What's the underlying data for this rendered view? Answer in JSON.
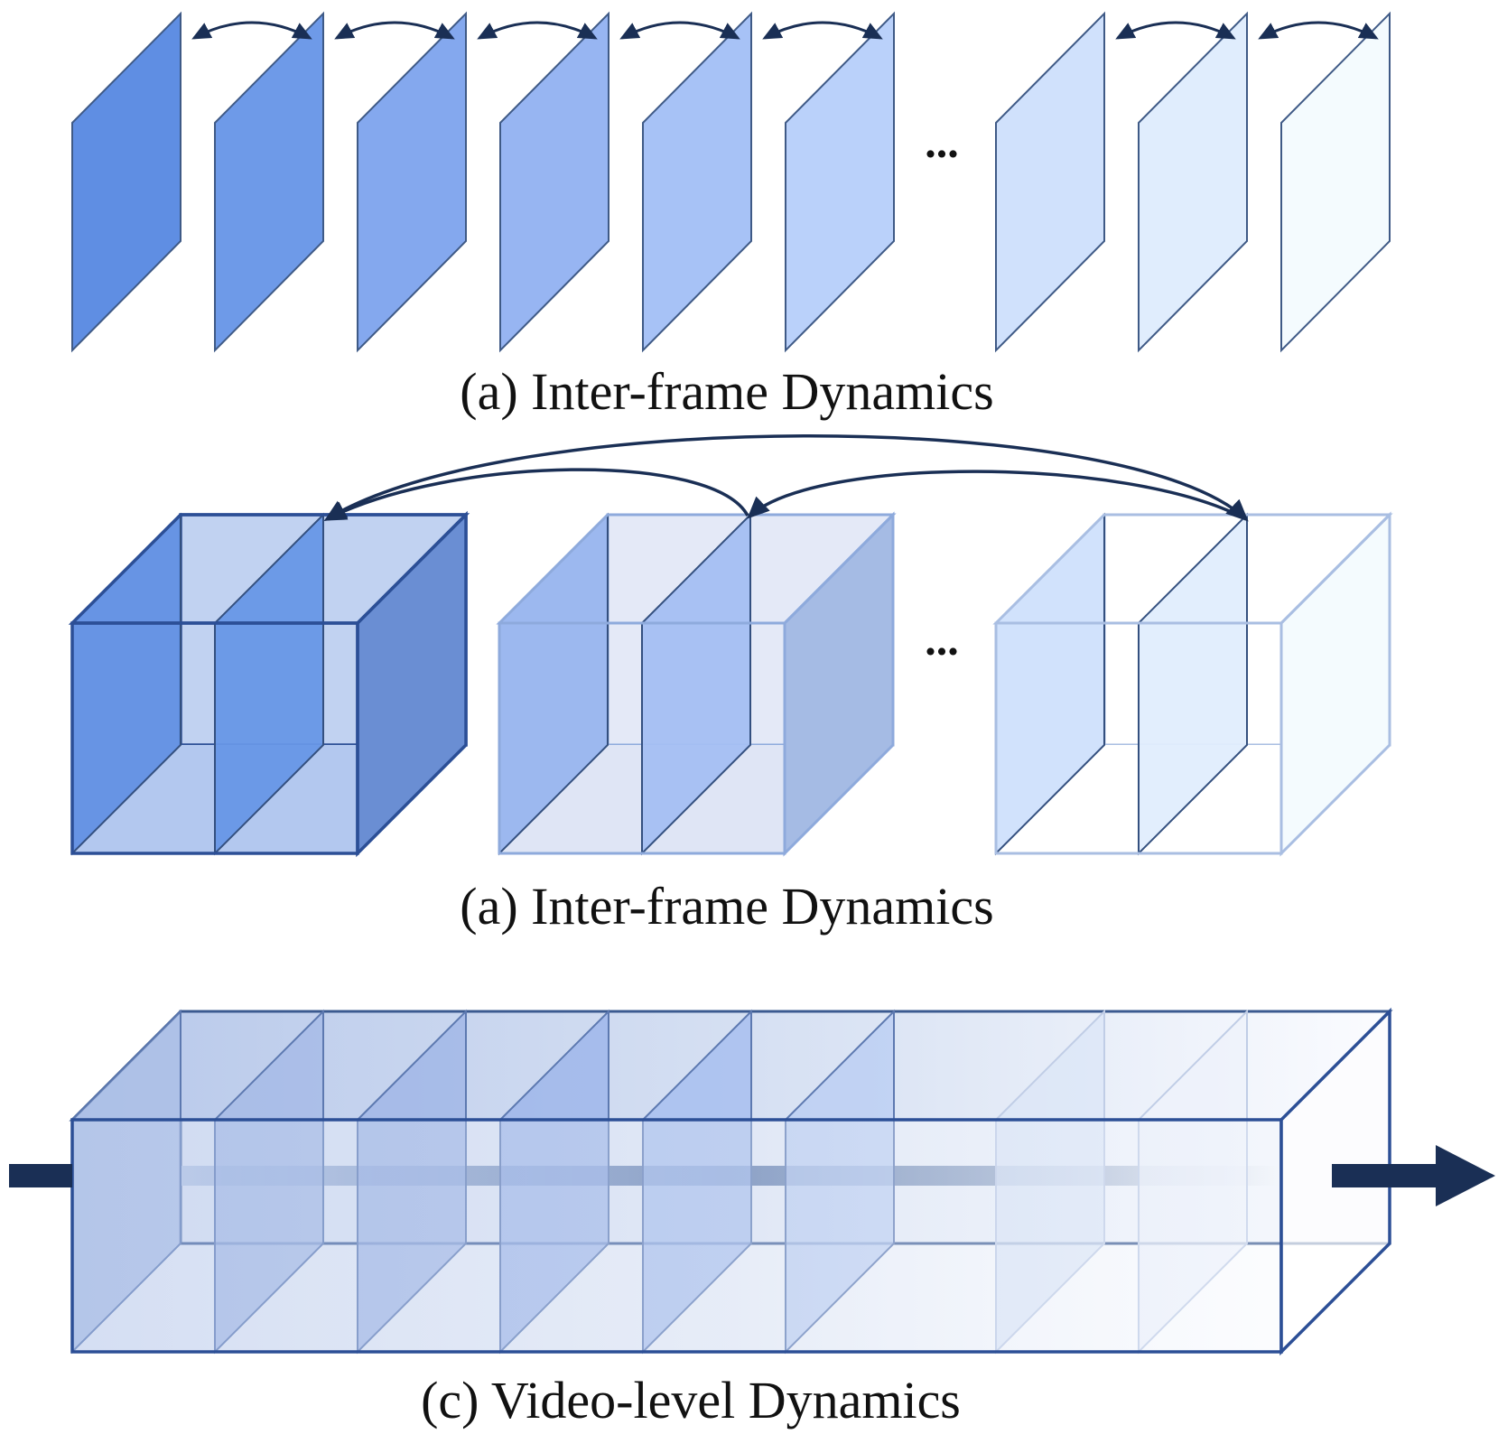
{
  "panels": [
    {
      "id": "a",
      "caption": "(a) Inter-frame Dynamics"
    },
    {
      "id": "b",
      "caption": "(a) Inter-frame Dynamics"
    },
    {
      "id": "c",
      "caption": "(c) Video-level Dynamics"
    }
  ],
  "ellipsis": "...",
  "colors": {
    "outline": "#1e3a5f",
    "arrow": "#1a2f55",
    "frame_gradient": [
      "#5f8ee3",
      "#6e9ae8",
      "#84a8ee",
      "#97b5f2",
      "#a7c2f6",
      "#bad1fa",
      "#d0e1fc",
      "#e0edfd",
      "#f4fbfe"
    ]
  }
}
